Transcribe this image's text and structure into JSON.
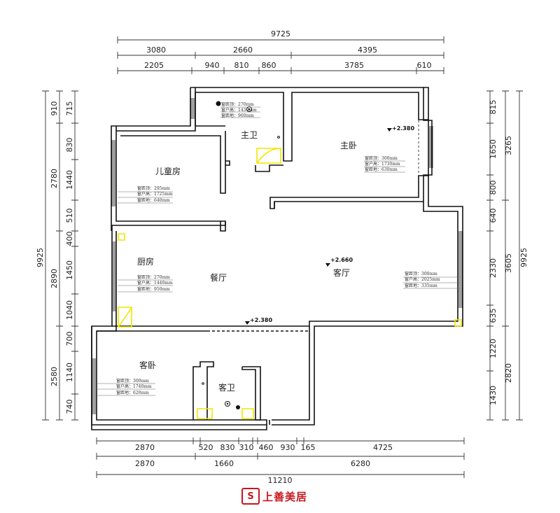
{
  "dimensions": {
    "top_total": "9725",
    "top_row2": [
      "3080",
      "2660",
      "4395"
    ],
    "top_row3": [
      "2205",
      "940",
      "810",
      "860",
      "3785",
      "610"
    ],
    "bottom_row1": [
      "2870",
      "520",
      "830",
      "310",
      "460",
      "930",
      "165",
      "4725"
    ],
    "bottom_row2": [
      "2870",
      "1660",
      "6280"
    ],
    "bottom_total": "11210",
    "left_col1": [
      "910",
      "2780",
      "9925",
      "2890",
      "2580"
    ],
    "left_col2": [
      "715",
      "830",
      "1440",
      "510",
      "400",
      "1450",
      "1040",
      "700",
      "1140",
      "740"
    ],
    "right_col1": [
      "815",
      "1650",
      "800",
      "640",
      "2330",
      "635",
      "1220",
      "1430"
    ],
    "right_col2": [
      "3265",
      "3605",
      "2820"
    ],
    "right_total": "9925"
  },
  "rooms": {
    "master_bath": "主卫",
    "master_bedroom": "主卧",
    "kids_room": "儿童房",
    "kitchen": "厨房",
    "dining": "餐厅",
    "living": "客厅",
    "guest_bedroom": "客卧",
    "guest_bath": "客卫"
  },
  "levels": {
    "master_bedroom": "+2.380",
    "living": "+2.660",
    "passage": "+2.380"
  },
  "window_notes": {
    "master_bath": [
      "窗距顶：270mm",
      "窗户高：1430mm",
      "窗距地：960mm"
    ],
    "master_bedroom": [
      "窗距顶：300mm",
      "窗户高：1730mm",
      "窗距地：630mm"
    ],
    "kids_room": [
      "窗距顶：295mm",
      "窗户高：1725mm",
      "窗距地：640mm"
    ],
    "kitchen": [
      "窗距顶：270mm",
      "窗户高：1440mm",
      "窗距地：950mm"
    ],
    "living": [
      "窗距顶：300mm",
      "窗户高：2025mm",
      "窗距地：335mm"
    ],
    "guest_bedroom": [
      "窗距顶：300mm",
      "窗户高：1740mm",
      "窗距地：620mm"
    ]
  },
  "logo": {
    "mark": "S",
    "name": "上善美居"
  },
  "colors": {
    "highlight": "#f2e600",
    "logo": "#c8161d",
    "line": "#111111"
  }
}
